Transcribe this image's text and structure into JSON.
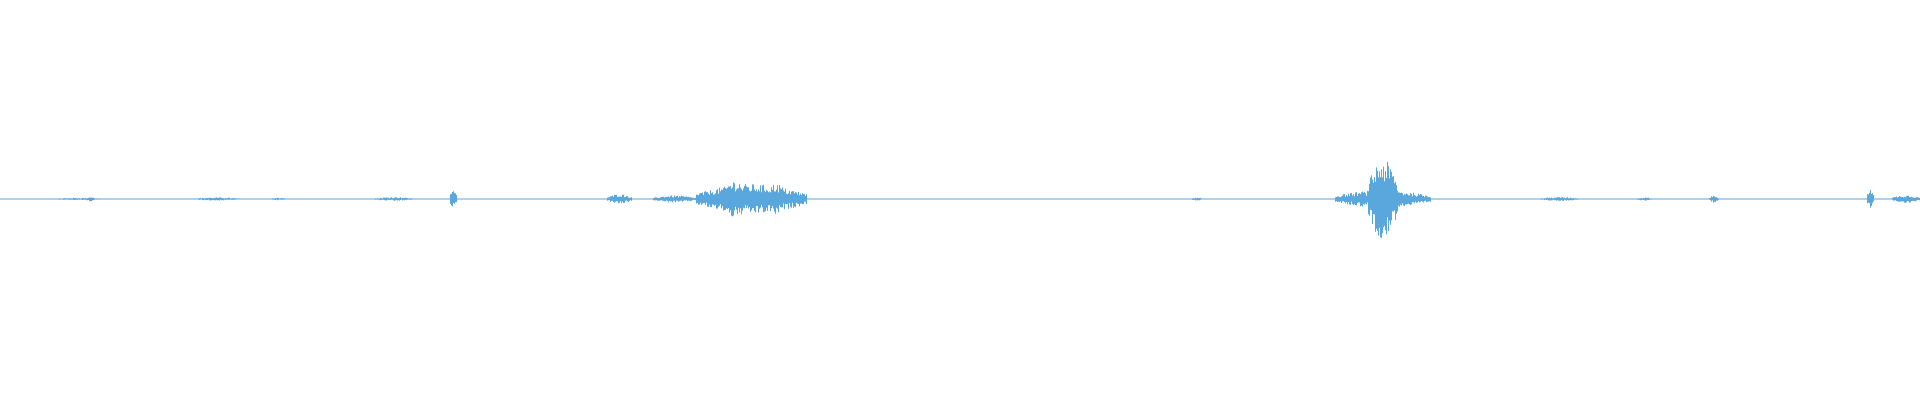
{
  "waveform": {
    "color": "#5aa7de",
    "background": "#ffffff",
    "bursts": [
      {
        "start": 0.028,
        "end": 0.055,
        "amplitude": 0.006
      },
      {
        "start": 0.045,
        "end": 0.049,
        "amplitude": 0.012
      },
      {
        "start": 0.1,
        "end": 0.125,
        "amplitude": 0.008
      },
      {
        "start": 0.14,
        "end": 0.15,
        "amplitude": 0.006
      },
      {
        "start": 0.195,
        "end": 0.215,
        "amplitude": 0.01
      },
      {
        "start": 0.234,
        "end": 0.238,
        "amplitude": 0.045
      },
      {
        "start": 0.316,
        "end": 0.329,
        "amplitude": 0.025
      },
      {
        "start": 0.34,
        "end": 0.362,
        "amplitude": 0.018
      },
      {
        "start": 0.362,
        "end": 0.42,
        "amplitude": 0.075
      },
      {
        "start": 0.375,
        "end": 0.39,
        "amplitude": 0.095
      },
      {
        "start": 0.398,
        "end": 0.41,
        "amplitude": 0.08
      },
      {
        "start": 0.62,
        "end": 0.626,
        "amplitude": 0.008
      },
      {
        "start": 0.695,
        "end": 0.745,
        "amplitude": 0.045
      },
      {
        "start": 0.712,
        "end": 0.728,
        "amplitude": 0.2
      },
      {
        "start": 0.802,
        "end": 0.822,
        "amplitude": 0.01
      },
      {
        "start": 0.852,
        "end": 0.86,
        "amplitude": 0.008
      },
      {
        "start": 0.89,
        "end": 0.895,
        "amplitude": 0.018
      },
      {
        "start": 0.972,
        "end": 0.976,
        "amplitude": 0.045
      },
      {
        "start": 0.985,
        "end": 1.0,
        "amplitude": 0.02
      }
    ]
  }
}
